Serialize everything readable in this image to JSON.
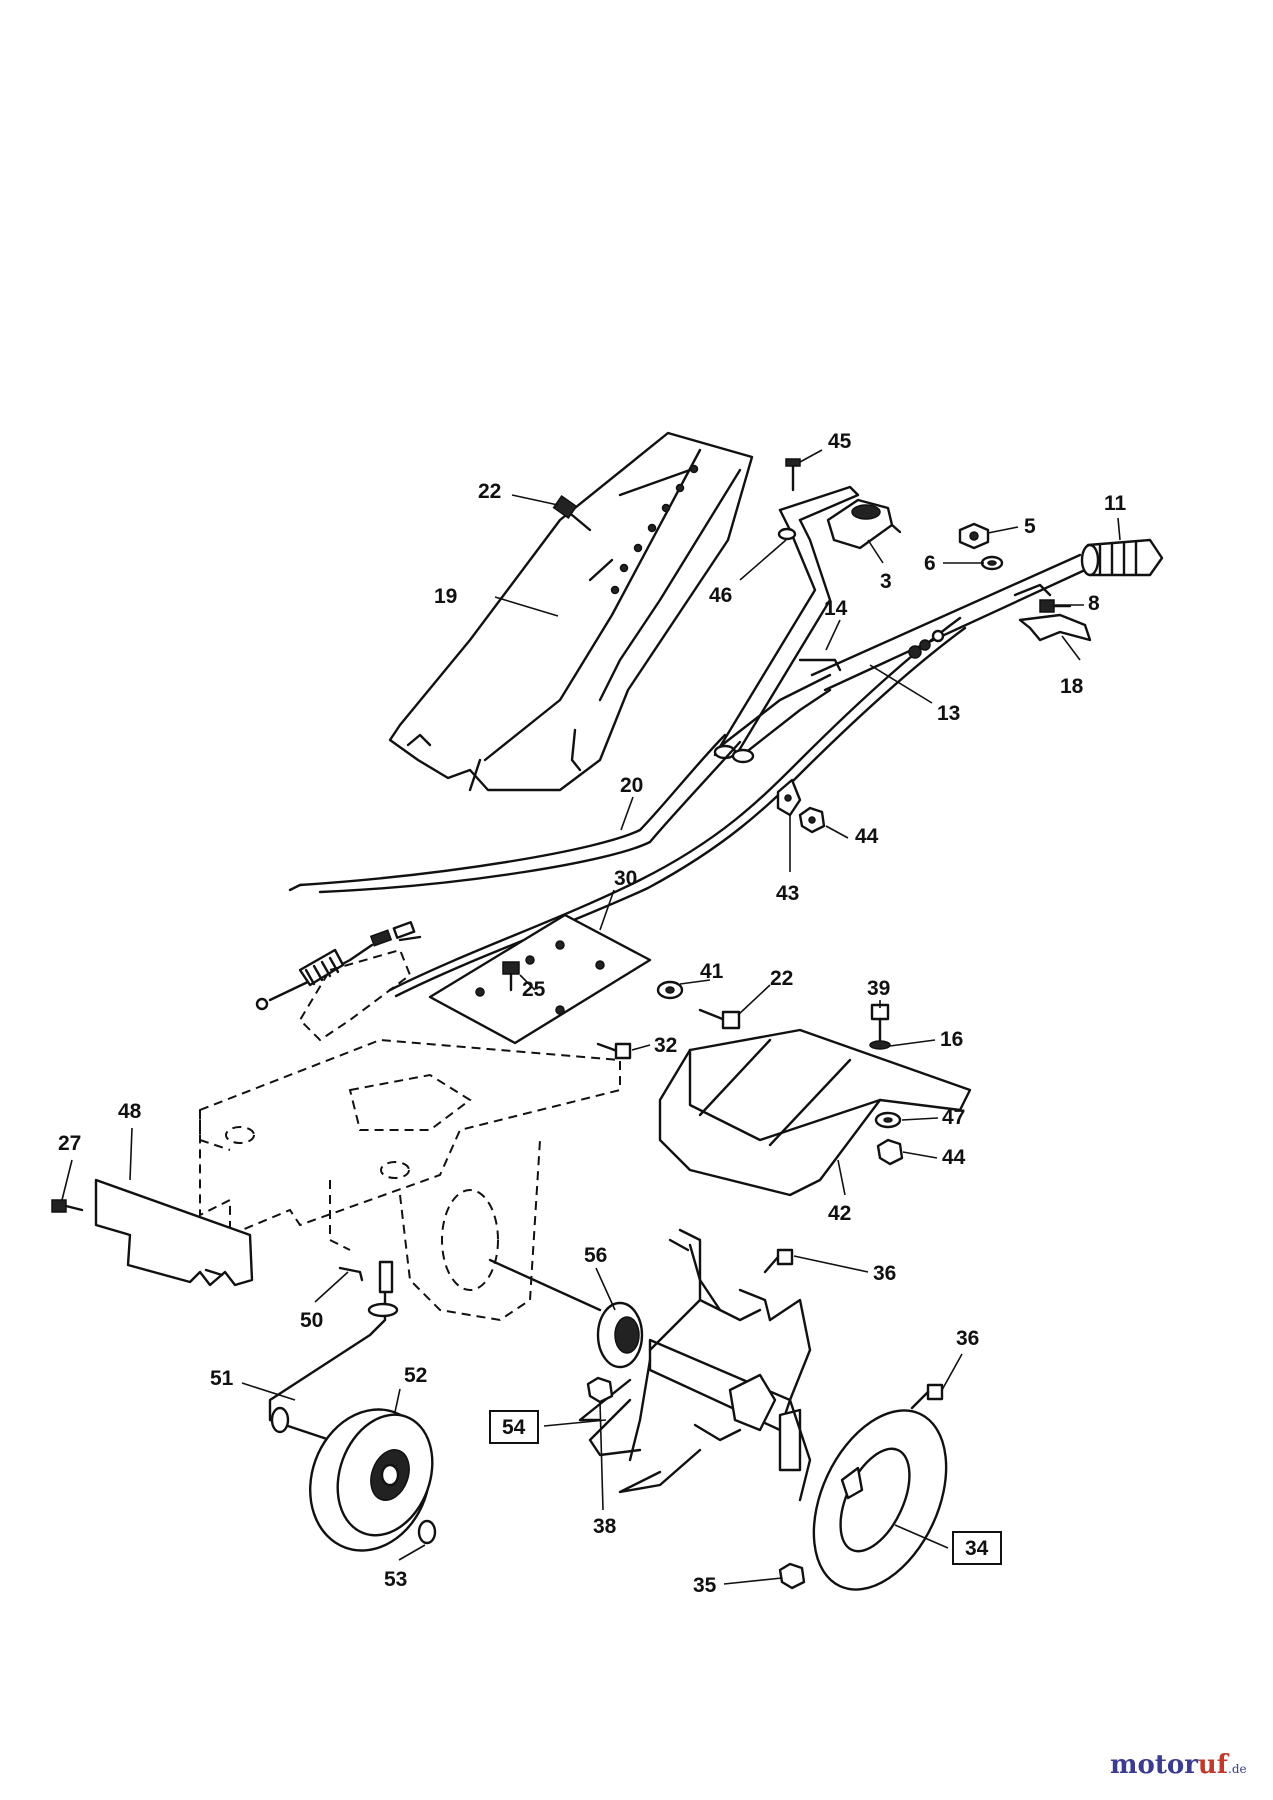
{
  "labels": [
    {
      "id": "45",
      "text": "45",
      "box": false
    },
    {
      "id": "22a",
      "text": "22",
      "box": false
    },
    {
      "id": "11",
      "text": "11",
      "box": false
    },
    {
      "id": "5",
      "text": "5",
      "box": false
    },
    {
      "id": "6",
      "text": "6",
      "box": false
    },
    {
      "id": "3",
      "text": "3",
      "box": false
    },
    {
      "id": "46",
      "text": "46",
      "box": false
    },
    {
      "id": "19",
      "text": "19",
      "box": false
    },
    {
      "id": "8",
      "text": "8",
      "box": false
    },
    {
      "id": "14",
      "text": "14",
      "box": false
    },
    {
      "id": "18",
      "text": "18",
      "box": false
    },
    {
      "id": "13",
      "text": "13",
      "box": false
    },
    {
      "id": "20",
      "text": "20",
      "box": false
    },
    {
      "id": "44a",
      "text": "44",
      "box": false
    },
    {
      "id": "43",
      "text": "43",
      "box": false
    },
    {
      "id": "30",
      "text": "30",
      "box": false
    },
    {
      "id": "41",
      "text": "41",
      "box": false
    },
    {
      "id": "22b",
      "text": "22",
      "box": false
    },
    {
      "id": "25",
      "text": "25",
      "box": false
    },
    {
      "id": "39",
      "text": "39",
      "box": false
    },
    {
      "id": "16",
      "text": "16",
      "box": false
    },
    {
      "id": "32",
      "text": "32",
      "box": false
    },
    {
      "id": "48",
      "text": "48",
      "box": false
    },
    {
      "id": "27",
      "text": "27",
      "box": false
    },
    {
      "id": "47",
      "text": "47",
      "box": false
    },
    {
      "id": "44b",
      "text": "44",
      "box": false
    },
    {
      "id": "42",
      "text": "42",
      "box": false
    },
    {
      "id": "56",
      "text": "56",
      "box": false
    },
    {
      "id": "36a",
      "text": "36",
      "box": false
    },
    {
      "id": "50",
      "text": "50",
      "box": false
    },
    {
      "id": "36b",
      "text": "36",
      "box": false
    },
    {
      "id": "51",
      "text": "51",
      "box": false
    },
    {
      "id": "52",
      "text": "52",
      "box": false
    },
    {
      "id": "54",
      "text": "54",
      "box": true
    },
    {
      "id": "38",
      "text": "38",
      "box": false
    },
    {
      "id": "34",
      "text": "34",
      "box": true
    },
    {
      "id": "53",
      "text": "53",
      "box": false
    },
    {
      "id": "35",
      "text": "35",
      "box": false
    }
  ],
  "watermark": {
    "brand_a": "motor",
    "brand_b": "uf",
    "tld": ".de"
  }
}
